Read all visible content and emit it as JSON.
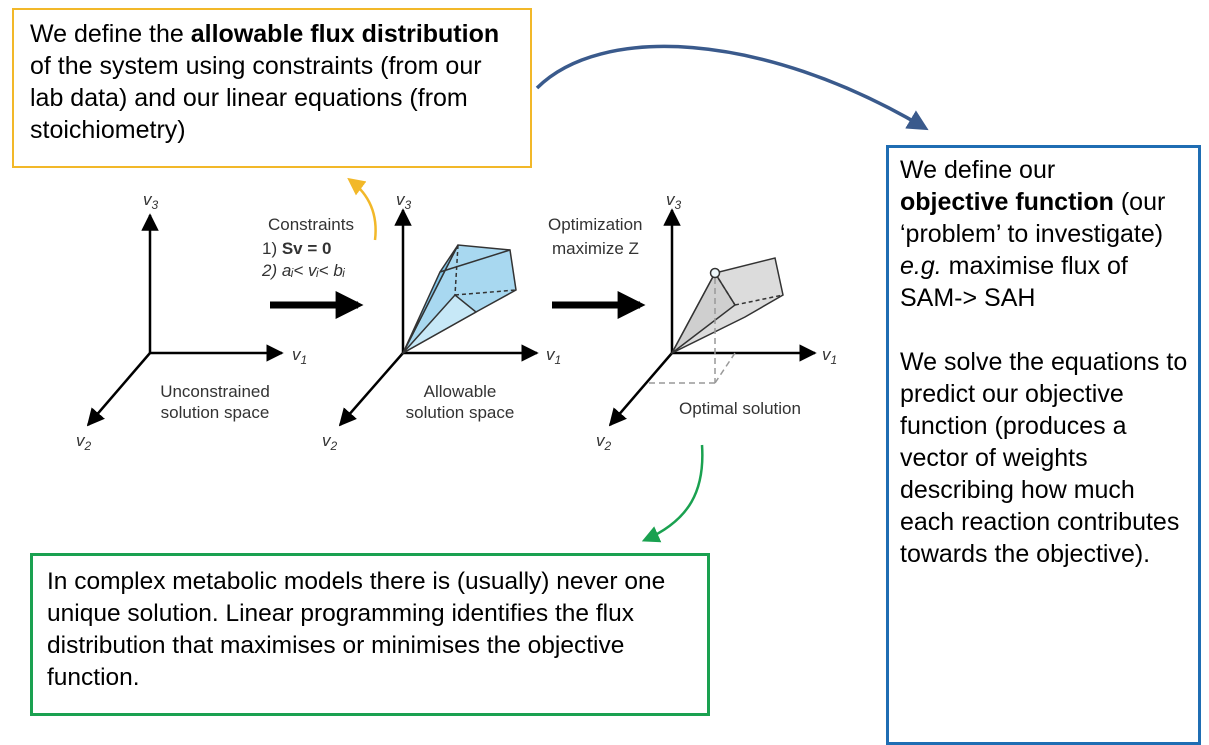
{
  "callouts": {
    "flux": {
      "pre": "We define the ",
      "bold": "allowable flux distribution",
      "post": " of the system using constraints (from our lab data) and our linear equations (from stoichiometry)"
    },
    "objective": {
      "line1": "We define our",
      "bold": "objective function",
      "post": " (our ‘problem’ to investigate)",
      "eg_italic": "e.g.",
      "eg_rest": " maximise flux of SAM-> SAH",
      "para2": "We solve the equations to predict our objective function (produces a vector of weights describing how much each reaction contributes towards the objective)."
    },
    "unique": {
      "text": "In complex metabolic models there is (usually) never one unique solution. Linear programming identifies the flux distribution that maximises or minimises the objective function."
    }
  },
  "figure": {
    "panel1_caption_line1": "Unconstrained",
    "panel1_caption_line2": "solution space",
    "panel2_caption_line1": "Allowable",
    "panel2_caption_line2": "solution space",
    "panel3_caption": "Optimal solution",
    "constraints_title": "Constraints",
    "constraint1_prefix": "1) ",
    "constraint1_eq": "Sv = 0",
    "constraint2": "2) aᵢ< vᵢ< bᵢ",
    "optimization_title": "Optimization",
    "optimization_sub": "maximize Z",
    "axis_v1": "v1",
    "axis_v2": "v2",
    "axis_v3": "v3"
  },
  "colors": {
    "yellow_border": "#f2b829",
    "blue_border": "#1f6db3",
    "green_border": "#1aa150",
    "polytope_fill": "#a8d8f0",
    "optimal_fill": "#dcdcdc"
  }
}
